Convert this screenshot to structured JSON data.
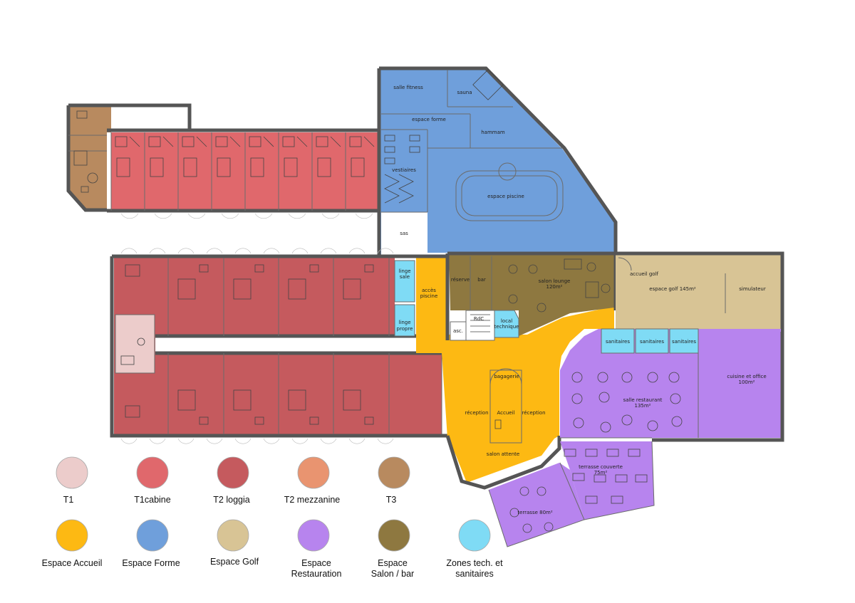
{
  "colors": {
    "t1": "#eccccb",
    "t1cabine": "#e0686c",
    "t2loggia": "#c55a5e",
    "t2mezzanine": "#e99470",
    "t3": "#b88a5f",
    "accueil": "#fdb913",
    "forme": "#6f9fdb",
    "golf": "#d8c495",
    "restauration": "#b784ee",
    "salonbar": "#8e7840",
    "tech": "#7fdbf5"
  },
  "rooms": {
    "salle_fitness": "salle fitness",
    "sauna": "sauna",
    "espace_forme": "espace forme",
    "hammam": "hammam",
    "vestiaires": "vestiaires",
    "espace_piscine": "espace piscine",
    "sas": "sas",
    "linge_sale_1": "linge",
    "linge_sale_2": "sale",
    "linge_propre_1": "linge",
    "linge_propre_2": "propre",
    "acces_piscine_1": "accès",
    "acces_piscine_2": "piscine",
    "reserve": "réserve",
    "bar": "bar",
    "salon_lounge_1": "salon lounge",
    "salon_lounge_2": "120m²",
    "rdc": "RdC",
    "asc": "asc.",
    "local_technique_1": "local",
    "local_technique_2": "technique",
    "accueil_golf": "accueil golf",
    "espace_golf": "espace golf 145m²",
    "simulateur": "simulateur",
    "sanitaires_1": "sanitaires",
    "sanitaires_2": "sanitaires",
    "sanitaires_3": "sanitaires",
    "cuisine_1": "cuisine et office",
    "cuisine_2": "100m²",
    "salle_restaurant_1": "salle restaurant",
    "salle_restaurant_2": "135m²",
    "bagagerie": "bagagerie",
    "reception_left": "réception",
    "accueil": "Accueil",
    "reception_right": "réception",
    "salon_attente": "salon attente",
    "terrasse_couverte_1": "terrasse couverte",
    "terrasse_couverte_2": "75m²",
    "terrasse": "terrasse 80m²"
  },
  "legend": [
    {
      "label": "T1",
      "label2": "",
      "color": "#eccccb"
    },
    {
      "label": "T1cabine",
      "label2": "",
      "color": "#e0686c"
    },
    {
      "label": "T2 loggia",
      "label2": "",
      "color": "#c55a5e"
    },
    {
      "label": "T2 mezzanine",
      "label2": "",
      "color": "#e99470"
    },
    {
      "label": "T3",
      "label2": "",
      "color": "#b88a5f"
    },
    {
      "label": "Espace Accueil",
      "label2": "",
      "color": "#fdb913"
    },
    {
      "label": "Espace Forme",
      "label2": "",
      "color": "#6f9fdb"
    },
    {
      "label": "Espace Golf",
      "label2": "",
      "color": "#d8c495"
    },
    {
      "label": "Espace",
      "label2": "Restauration",
      "color": "#b784ee"
    },
    {
      "label": "Espace",
      "label2": "Salon / bar",
      "color": "#8e7840"
    },
    {
      "label": "Zones tech. et",
      "label2": "sanitaires",
      "color": "#7fdbf5"
    }
  ]
}
